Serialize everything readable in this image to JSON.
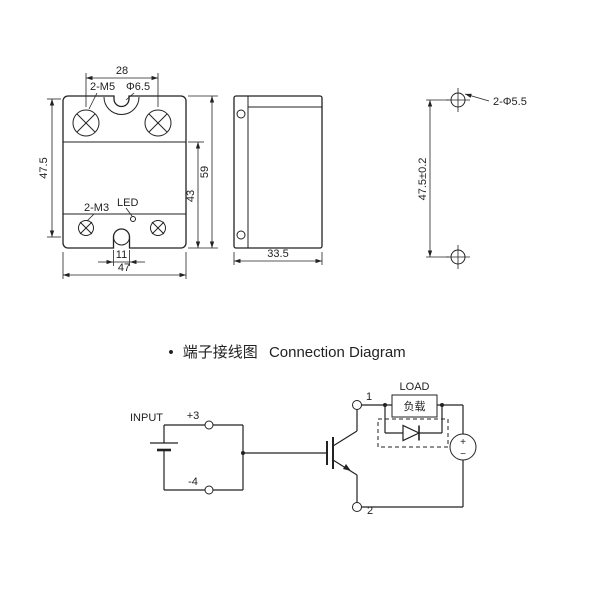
{
  "drawing": {
    "front": {
      "dim_top_pitch": "28",
      "screw_label": "2-M5",
      "slot_label": "Φ6.5",
      "dim_mount_pitch": "47.5",
      "dim_body": "43",
      "dim_total_height": "59",
      "input_screw_label": "2-M3",
      "led_label": "LED",
      "dim_slot": "11",
      "dim_width": "47"
    },
    "side": {
      "dim_depth": "33.5"
    },
    "holes": {
      "label": "2-Φ5.5",
      "dim_pitch": "47.5±0.2"
    }
  },
  "title": {
    "bullet": "•",
    "cn": "端子接线图",
    "en": "Connection Diagram"
  },
  "circuit": {
    "input": "INPUT",
    "t3": "+3",
    "t4": "-4",
    "t1": "1",
    "t2": "2",
    "load_en": "LOAD",
    "load_cn": "负载",
    "plus": "+",
    "minus": "−"
  }
}
